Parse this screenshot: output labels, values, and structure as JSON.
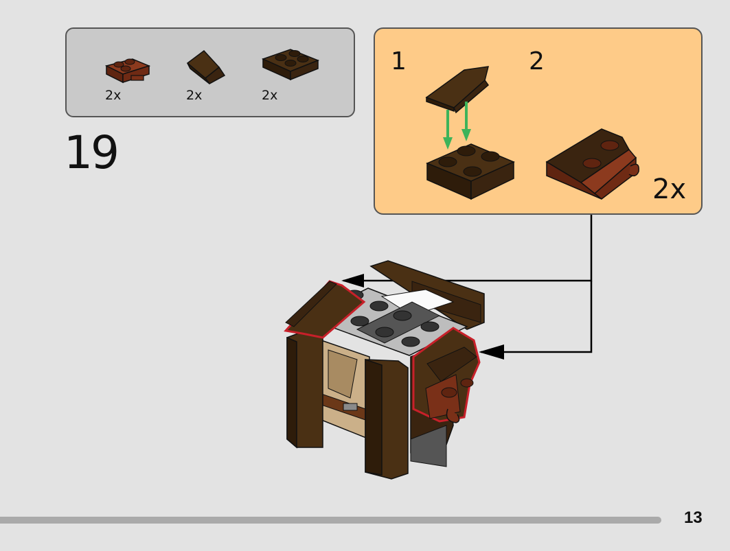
{
  "step": {
    "number": "19"
  },
  "parts": [
    {
      "name": "reddish-brown plate 2x2 with clip",
      "qty": "2x",
      "color": "#7a3018"
    },
    {
      "name": "dark brown slope 1x2",
      "qty": "2x",
      "color": "#4a3014"
    },
    {
      "name": "dark brown plate 2x2",
      "qty": "2x",
      "color": "#4a3014"
    }
  ],
  "subassembly": {
    "substeps": [
      "1",
      "2"
    ],
    "multiplier": "2x",
    "background": "#fecb88",
    "arrow_color": "#3db35a"
  },
  "page": {
    "number": "13"
  },
  "colors": {
    "dark_brown": "#4a3014",
    "reddish_brown": "#7a3018",
    "light_gray": "#c9c9c9",
    "highlight_red": "#c8202a"
  }
}
